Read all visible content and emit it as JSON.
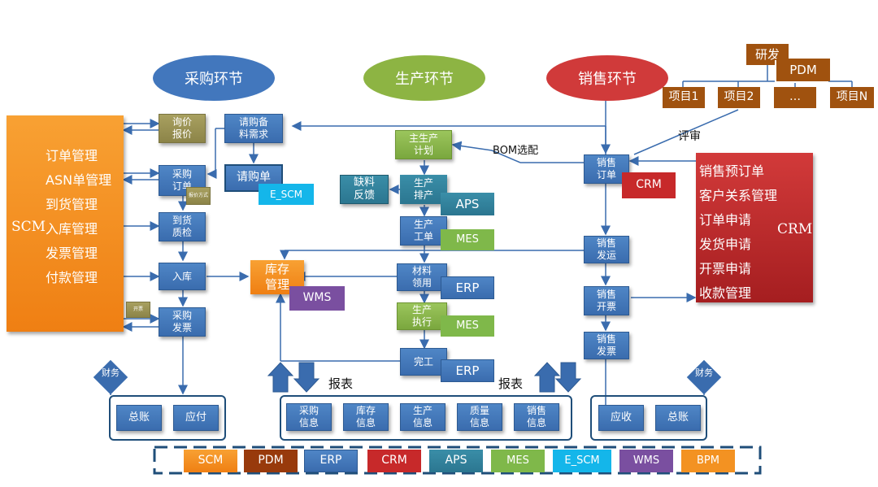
{
  "stages": {
    "purchase": "采购环节",
    "production": "生产环节",
    "sales": "销售环节"
  },
  "rd": {
    "title": "研发",
    "pdm": "PDM",
    "projects": [
      "项目1",
      "项目2",
      "…",
      "项目N"
    ],
    "review": "评审"
  },
  "scm": {
    "label": "SCM",
    "items": [
      "订单管理",
      "ASN单管理",
      "到货管理",
      "入库管理",
      "发票管理",
      "付款管理"
    ]
  },
  "crm": {
    "label": "CRM",
    "items": [
      "销售预订单",
      "客户关系管理",
      "订单申请",
      "发货申请",
      "开票申请",
      "收款管理"
    ],
    "tag": "CRM"
  },
  "purchase_nodes": {
    "inquiry": "询价\n报价",
    "order": "采购\n订单",
    "check": "到货\n质检",
    "storage": "入库",
    "invoice": "采购\n发票",
    "small1": "报价方式",
    "small2": "开票"
  },
  "requisition": {
    "needs": "请购备\n料需求",
    "req": "请购单",
    "escm": "E_SCM"
  },
  "inventory": {
    "label": "库存\n管理",
    "wms": "WMS"
  },
  "production_nodes": {
    "mps": "主生产\n计划",
    "bom": "BOM选配",
    "shortage": "缺料\n反馈",
    "schedule": "生产\n排产",
    "aps": "APS",
    "workorder": "生产\n工单",
    "mes1": "MES",
    "material": "材料\n领用",
    "erp1": "ERP",
    "exec": "生产\n执行",
    "mes2": "MES",
    "done": "完工",
    "erp2": "ERP"
  },
  "sales_nodes": {
    "order": "销售\n订单",
    "crm": "CRM",
    "ship": "销售\n发运",
    "bill": "销售\n开票",
    "invoice": "销售\n发票"
  },
  "report_label": "报表",
  "finance": {
    "label": "财务",
    "left": [
      "总账",
      "应付"
    ],
    "right": [
      "应收",
      "总账"
    ]
  },
  "reports": [
    "采购\n信息",
    "库存\n信息",
    "生产\n信息",
    "质量\n信息",
    "销售\n信息"
  ],
  "legend": [
    "SCM",
    "PDM",
    "ERP",
    "CRM",
    "APS",
    "MES",
    "E_SCM",
    "WMS",
    "BPM"
  ],
  "colors": {
    "blue": "#3a6cae",
    "green": "#7aa73e",
    "orange": "#ef7f13",
    "red": "#c7292a",
    "brown": "#a0520f",
    "navy": "#1f4e79"
  }
}
